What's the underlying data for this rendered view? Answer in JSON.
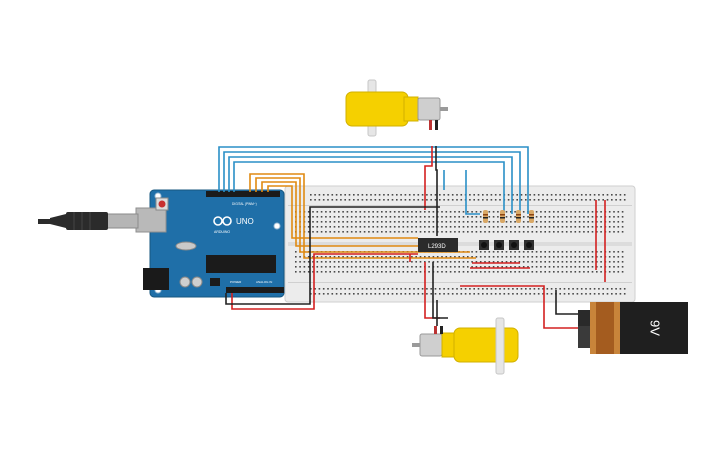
{
  "arduino": {
    "brand": "ARDUINO",
    "model": "UNO",
    "digital_label": "DIGITAL (PWM~)",
    "power_label": "POWER",
    "analog_label": "ANALOG IN",
    "board_color": "#1f6fa8"
  },
  "driver_ic": {
    "label": "L293D"
  },
  "battery": {
    "label": "9V"
  },
  "colors": {
    "wire_blue": "#2a8fc7",
    "wire_orange": "#e08a12",
    "wire_red": "#d42020",
    "wire_black": "#222222",
    "motor_yellow": "#f5d000",
    "breadboard": "#ececec",
    "resistor": "#d9a866"
  },
  "icons": [
    "usb-plug-icon",
    "arduino-logo-icon",
    "motor-icon",
    "battery-icon",
    "pushbutton-icon",
    "resistor-icon"
  ]
}
